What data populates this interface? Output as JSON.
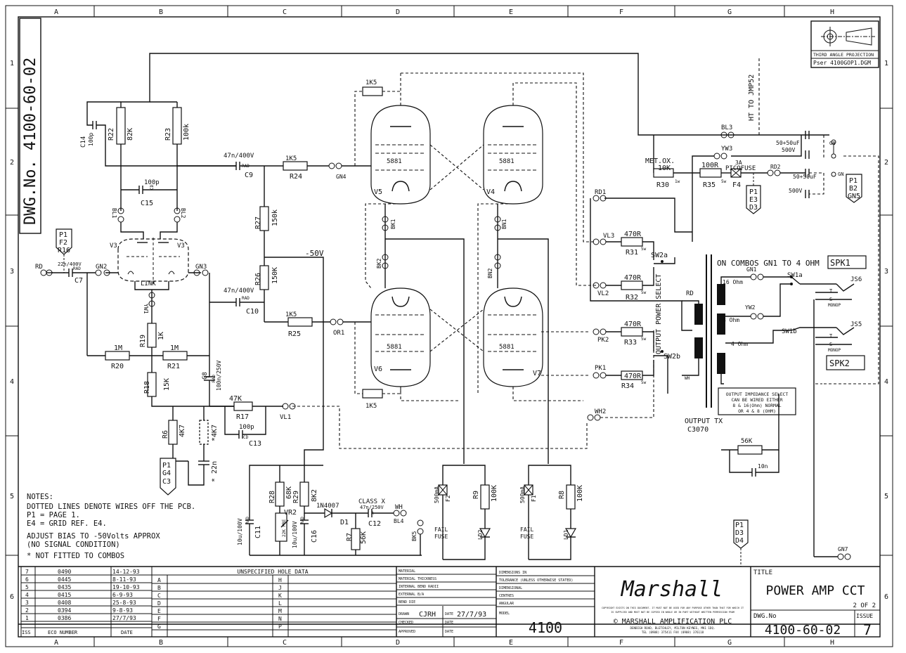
{
  "border": {
    "columns": [
      "A",
      "B",
      "C",
      "D",
      "E",
      "F",
      "G",
      "H"
    ],
    "rows": [
      "1",
      "2",
      "3",
      "4",
      "5",
      "6"
    ]
  },
  "dwg_side": "DWG.No. 4100-60-02",
  "projection": {
    "label": "THIRD ANGLE PROJECTION",
    "file": "Pser 4100GOP1.DGM"
  },
  "components": [
    {
      "id": "c14",
      "t": "C14",
      "a": -90
    },
    {
      "id": "c14v",
      "t": "100p",
      "a": -90
    },
    {
      "id": "r22",
      "t": "R22",
      "a": -90
    },
    {
      "id": "r22v",
      "t": "82K",
      "a": -90
    },
    {
      "id": "r23",
      "t": "R23",
      "a": -90
    },
    {
      "id": "r23v",
      "t": "100k",
      "a": -90
    },
    {
      "id": "c15v",
      "t": "100p",
      "a": 0
    },
    {
      "id": "c15c",
      "t": "CD",
      "a": -90
    },
    {
      "id": "c15",
      "t": "C15",
      "a": 0
    },
    {
      "id": "bl1",
      "t": "BL1",
      "a": 90
    },
    {
      "id": "bl2",
      "t": "BL2",
      "a": 90
    },
    {
      "id": "v3a",
      "t": "V3",
      "a": 0
    },
    {
      "id": "v3b",
      "t": "V3",
      "a": 0
    },
    {
      "id": "p1a",
      "t": "P1",
      "a": 0
    },
    {
      "id": "f2",
      "t": "F2",
      "a": 0
    },
    {
      "id": "r16",
      "t": "R16",
      "a": 0
    },
    {
      "id": "rd",
      "t": "RD",
      "a": 0
    },
    {
      "id": "c7v",
      "t": "22n/400V",
      "a": 0
    },
    {
      "id": "c7r",
      "t": "RAD",
      "a": 0
    },
    {
      "id": "c7",
      "t": "C7",
      "a": 0
    },
    {
      "id": "gn2",
      "t": "GN2",
      "a": 0
    },
    {
      "id": "gn3",
      "t": "GN3",
      "a": 0
    },
    {
      "id": "link",
      "t": "LINK",
      "a": 0
    },
    {
      "id": "yw1",
      "t": "YW1",
      "a": 90
    },
    {
      "id": "r19",
      "t": "R19",
      "a": -90
    },
    {
      "id": "r19v",
      "t": "1K",
      "a": -90
    },
    {
      "id": "r20v",
      "t": "1M",
      "a": 0
    },
    {
      "id": "r20",
      "t": "R20",
      "a": 0
    },
    {
      "id": "r21v",
      "t": "1M",
      "a": 0
    },
    {
      "id": "r21",
      "t": "R21",
      "a": 0
    },
    {
      "id": "c8",
      "t": "C8",
      "a": -90
    },
    {
      "id": "c8v",
      "t": "100n/250V",
      "a": -90
    },
    {
      "id": "c8r",
      "t": "RAD",
      "a": -90
    },
    {
      "id": "r18",
      "t": "R18",
      "a": -90
    },
    {
      "id": "r18v",
      "t": "15K",
      "a": -90
    },
    {
      "id": "r6",
      "t": "R6",
      "a": -90
    },
    {
      "id": "r6v",
      "t": "4K7",
      "a": -90
    },
    {
      "id": "r4v",
      "t": "*4K7",
      "a": -90
    },
    {
      "id": "c22v",
      "t": "* 22n",
      "a": -90
    },
    {
      "id": "p1b",
      "t": "P1",
      "a": 0
    },
    {
      "id": "g4",
      "t": "G4",
      "a": 0
    },
    {
      "id": "c3",
      "t": "C3",
      "a": 0
    },
    {
      "id": "c9v",
      "t": "47n/400V",
      "a": 0
    },
    {
      "id": "c9r",
      "t": "RAD",
      "a": 0
    },
    {
      "id": "c9",
      "t": "C9",
      "a": 0
    },
    {
      "id": "r24v",
      "t": "1K5",
      "a": 0
    },
    {
      "id": "r24",
      "t": "R24",
      "a": 0
    },
    {
      "id": "gn4",
      "t": "GN4",
      "a": 0
    },
    {
      "id": "r27",
      "t": "R27",
      "a": -90
    },
    {
      "id": "r27v",
      "t": "150k",
      "a": -90
    },
    {
      "id": "bias50",
      "t": "-50V",
      "a": 0
    },
    {
      "id": "r26",
      "t": "R26",
      "a": -90
    },
    {
      "id": "r26v",
      "t": "150K",
      "a": -90
    },
    {
      "id": "c10v",
      "t": "47n/400V",
      "a": 0
    },
    {
      "id": "c10r",
      "t": "RAD",
      "a": 0
    },
    {
      "id": "c10",
      "t": "C10",
      "a": 0
    },
    {
      "id": "r25v",
      "t": "1K5",
      "a": 0
    },
    {
      "id": "r25",
      "t": "R25",
      "a": 0
    },
    {
      "id": "or1",
      "t": "OR1",
      "a": 0
    },
    {
      "id": "r17v",
      "t": "47K",
      "a": 0
    },
    {
      "id": "r17",
      "t": "R17",
      "a": 0
    },
    {
      "id": "vl1",
      "t": "VL1",
      "a": 0
    },
    {
      "id": "c13v",
      "t": "100p",
      "a": 0
    },
    {
      "id": "c13c",
      "t": "CD",
      "a": 0
    },
    {
      "id": "c13",
      "t": "C13",
      "a": 0
    },
    {
      "id": "r1k5a",
      "t": "1K5",
      "a": 0
    },
    {
      "id": "r1k5b",
      "t": "1K5",
      "a": 0
    },
    {
      "id": "v5t",
      "t": "5881",
      "a": 0
    },
    {
      "id": "v5",
      "t": "V5",
      "a": 0
    },
    {
      "id": "v4t",
      "t": "5881",
      "a": 0
    },
    {
      "id": "v4",
      "t": "V4",
      "a": 0
    },
    {
      "id": "v6t",
      "t": "5881",
      "a": 0
    },
    {
      "id": "v6",
      "t": "V6",
      "a": 0
    },
    {
      "id": "v7t",
      "t": "5881",
      "a": 0
    },
    {
      "id": "v7",
      "t": "V7",
      "a": 0
    },
    {
      "id": "bk1",
      "t": "BK1",
      "a": -90
    },
    {
      "id": "bn1",
      "t": "BN1",
      "a": -90
    },
    {
      "id": "bk2",
      "t": "BK2",
      "a": -90
    },
    {
      "id": "bn2",
      "t": "BN2",
      "a": -90
    },
    {
      "id": "r28",
      "t": "R28",
      "a": -90
    },
    {
      "id": "r28v",
      "t": "68K",
      "a": -90
    },
    {
      "id": "r29",
      "t": "R29",
      "a": -90
    },
    {
      "id": "r29v",
      "t": "8K2",
      "a": -90
    },
    {
      "id": "c11v",
      "t": "10u/100V",
      "a": -90
    },
    {
      "id": "c11r",
      "t": "RAD",
      "a": -90
    },
    {
      "id": "c11",
      "t": "C11",
      "a": -90
    },
    {
      "id": "vr2",
      "t": "VR2",
      "a": 0
    },
    {
      "id": "vr2v",
      "t": "22K PRE",
      "a": -90
    },
    {
      "id": "c16v",
      "t": "10u/100V",
      "a": -90
    },
    {
      "id": "c16r",
      "t": "RAD",
      "a": -90
    },
    {
      "id": "c16",
      "t": "C16",
      "a": -90
    },
    {
      "id": "d1v",
      "t": "1N4007",
      "a": 0
    },
    {
      "id": "d1",
      "t": "D1",
      "a": 0
    },
    {
      "id": "cxv",
      "t": "CLASS X",
      "a": 0
    },
    {
      "id": "c12v",
      "t": "47n/250V",
      "a": 0
    },
    {
      "id": "c12r",
      "t": "R",
      "a": 0
    },
    {
      "id": "c12",
      "t": "C12",
      "a": 0
    },
    {
      "id": "wh",
      "t": "WH",
      "a": 0
    },
    {
      "id": "bl4",
      "t": "BL4",
      "a": 0
    },
    {
      "id": "bk5",
      "t": "BK5",
      "a": -90
    },
    {
      "id": "r7",
      "t": "R7",
      "a": -90
    },
    {
      "id": "r7v",
      "t": "56K",
      "a": -90
    },
    {
      "id": "f2fv",
      "t": "500mA",
      "a": -90
    },
    {
      "id": "f2f",
      "t": "F2",
      "a": -90
    },
    {
      "id": "r9",
      "t": "R9",
      "a": -90
    },
    {
      "id": "r9v",
      "t": "100K",
      "a": -90
    },
    {
      "id": "ld2",
      "t": "LD2",
      "a": -90
    },
    {
      "id": "fail1",
      "t": "FAIL",
      "a": 0
    },
    {
      "id": "fuse1",
      "t": "FUSE",
      "a": 0
    },
    {
      "id": "f1fv",
      "t": "500mA",
      "a": -90
    },
    {
      "id": "f1f",
      "t": "F1",
      "a": -90
    },
    {
      "id": "r8",
      "t": "R8",
      "a": -90
    },
    {
      "id": "r8v",
      "t": "100K",
      "a": -90
    },
    {
      "id": "ld1",
      "t": "LD1",
      "a": -90
    },
    {
      "id": "fail2",
      "t": "FAIL",
      "a": 0
    },
    {
      "id": "fuse2",
      "t": "FUSE",
      "a": 0
    },
    {
      "id": "ht",
      "t": "HT TO JMP52",
      "a": -90
    },
    {
      "id": "bl3",
      "t": "BL3",
      "a": 0
    },
    {
      "id": "yw3",
      "t": "YW3",
      "a": 0
    },
    {
      "id": "cap1",
      "t": "50+50uF",
      "a": 0
    },
    {
      "id": "cap1b",
      "t": "500V",
      "a": 0
    },
    {
      "id": "gn",
      "t": "GN",
      "a": 0
    },
    {
      "id": "cap2",
      "t": "50+50uF",
      "a": 0
    },
    {
      "id": "cap2b",
      "t": "500V",
      "a": 0
    },
    {
      "id": "gn5b",
      "t": "GN",
      "a": 0
    },
    {
      "id": "metox",
      "t": "MET.OX.",
      "a": 0
    },
    {
      "id": "r30v",
      "t": "10K",
      "a": 0
    },
    {
      "id": "r30",
      "t": "R30",
      "a": 0
    },
    {
      "id": "r30w",
      "t": "1w",
      "a": 0
    },
    {
      "id": "r35v",
      "t": "100R",
      "a": 0
    },
    {
      "id": "r35",
      "t": "R35",
      "a": 0
    },
    {
      "id": "r35w",
      "t": "5w",
      "a": 0
    },
    {
      "id": "f4v",
      "t": "3A",
      "a": 0
    },
    {
      "id": "f4p",
      "t": "PICOFUSE",
      "a": 0
    },
    {
      "id": "f4",
      "t": "F4",
      "a": 0
    },
    {
      "id": "rd2",
      "t": "RD2",
      "a": 0
    },
    {
      "id": "p1c",
      "t": "P1",
      "a": 0
    },
    {
      "id": "e3",
      "t": "E3",
      "a": 0
    },
    {
      "id": "d3",
      "t": "D3",
      "a": 0
    },
    {
      "id": "p1d",
      "t": "P1",
      "a": 0
    },
    {
      "id": "b2",
      "t": "B2",
      "a": 0
    },
    {
      "id": "gn5",
      "t": "GN5",
      "a": 0
    },
    {
      "id": "rd1",
      "t": "RD1",
      "a": 0
    },
    {
      "id": "vl3",
      "t": "VL3",
      "a": 0
    },
    {
      "id": "r31v",
      "t": "470R",
      "a": 0
    },
    {
      "id": "r31",
      "t": "R31",
      "a": 0
    },
    {
      "id": "r31w",
      "t": "5w",
      "a": 0
    },
    {
      "id": "sw2a",
      "t": "SW2a",
      "a": 0
    },
    {
      "id": "vl2",
      "t": "VL2",
      "a": 0
    },
    {
      "id": "r32v",
      "t": "470R",
      "a": 0
    },
    {
      "id": "r32",
      "t": "R32",
      "a": 0
    },
    {
      "id": "r32w",
      "t": "5w",
      "a": 0
    },
    {
      "id": "pk2",
      "t": "PK2",
      "a": 0
    },
    {
      "id": "r33v",
      "t": "470R",
      "a": 0
    },
    {
      "id": "r33",
      "t": "R33",
      "a": 0
    },
    {
      "id": "r33w",
      "t": "5w",
      "a": 0
    },
    {
      "id": "pk1",
      "t": "PK1",
      "a": 0
    },
    {
      "id": "r34v",
      "t": "470R",
      "a": 0
    },
    {
      "id": "r34",
      "t": "R34",
      "a": 0
    },
    {
      "id": "r34w",
      "t": "5w",
      "a": 0
    },
    {
      "id": "sw2b",
      "t": "SW2b",
      "a": 0
    },
    {
      "id": "ops",
      "t": "OUTPUT POWER SELECT",
      "a": -90
    },
    {
      "id": "wh2",
      "t": "WH2",
      "a": 0
    },
    {
      "id": "rdt",
      "t": "RD",
      "a": 0
    },
    {
      "id": "wht",
      "t": "WH",
      "a": 0
    },
    {
      "id": "combo",
      "t": "ON COMBOS GN1 TO 4 OHM",
      "a": 0
    },
    {
      "id": "spk1",
      "t": "SPK1",
      "a": 0
    },
    {
      "id": "spk2",
      "t": "SPK2",
      "a": 0
    },
    {
      "id": "gn1",
      "t": "GN1",
      "a": 0
    },
    {
      "id": "yw2",
      "t": "YW2",
      "a": 0
    },
    {
      "id": "o16",
      "t": "16 Ohm",
      "a": 0
    },
    {
      "id": "o8",
      "t": "8 Ohm",
      "a": 0
    },
    {
      "id": "o4",
      "t": "4 Ohm",
      "a": 0
    },
    {
      "id": "sw1a",
      "t": "SW1a",
      "a": 0
    },
    {
      "id": "sw1b",
      "t": "SW1b",
      "a": 0
    },
    {
      "id": "js6",
      "t": "JS6",
      "a": 0
    },
    {
      "id": "js5",
      "t": "JS5",
      "a": 0
    },
    {
      "id": "mono1",
      "t": "MONOP",
      "a": 0
    },
    {
      "id": "mono2",
      "t": "MONOP",
      "a": 0
    },
    {
      "id": "t1",
      "t": "T",
      "a": 0
    },
    {
      "id": "s1",
      "t": "S",
      "a": 0
    },
    {
      "id": "t2",
      "t": "T",
      "a": 0
    },
    {
      "id": "s2",
      "t": "S",
      "a": 0
    },
    {
      "id": "otx",
      "t": "OUTPUT TX",
      "a": 0
    },
    {
      "id": "c3070",
      "t": "C3070",
      "a": 0
    },
    {
      "id": "r56v",
      "t": "56K",
      "a": 0
    },
    {
      "id": "c10n",
      "t": "10n",
      "a": 0
    },
    {
      "id": "p1e",
      "t": "P1",
      "a": 0
    },
    {
      "id": "d3b",
      "t": "D3",
      "a": 0
    },
    {
      "id": "d4",
      "t": "D4",
      "a": 0
    },
    {
      "id": "gn7",
      "t": "GN7",
      "a": 0
    }
  ],
  "impedance_note": [
    "OUTPUT IMPEDANCE SELECT",
    "CAN BE WIRED EITHER",
    "8 & 16(Ohm) NORMAL",
    "OR 4 & 8 (OHM)"
  ],
  "notes": [
    "NOTES:",
    "DOTTED LINES DENOTE WIRES OFF THE PCB.",
    "P1 = PAGE 1.",
    "E4 = GRID REF. E4.",
    "ADJUST BIAS TO -50Volts APPROX",
    "(NO SIGNAL CONDITION)",
    "* NOT FITTED TO COMBOS"
  ],
  "revisions": [
    {
      "iss": "7",
      "ecn": "0490",
      "date": "14-12-93"
    },
    {
      "iss": "6",
      "ecn": "0445",
      "date": "8-11-93"
    },
    {
      "iss": "5",
      "ecn": "0435",
      "date": "19-10-93"
    },
    {
      "iss": "4",
      "ecn": "0415",
      "date": "6-9-93"
    },
    {
      "iss": "3",
      "ecn": "0408",
      "date": "25-8-93"
    },
    {
      "iss": "2",
      "ecn": "0394",
      "date": "9-8-93"
    },
    {
      "iss": "1",
      "ecn": "0386",
      "date": "27/7/93"
    }
  ],
  "rev_header": {
    "iss": "ISS",
    "ecn": "ECO NUMBER",
    "date": "DATE"
  },
  "hole_data": {
    "title": "UNSPECIFIED HOLE DATA",
    "left": [
      "A",
      "B",
      "C",
      "D",
      "E",
      "F",
      "G"
    ],
    "right": [
      "H",
      "J",
      "K",
      "L",
      "M",
      "N",
      "P"
    ]
  },
  "material_rows": [
    "MATERIAL",
    "MATERIAL THICKNESS",
    "INTERNAL BEND RADII",
    "EXTERNAL B/A",
    "BEND DIE"
  ],
  "drawn": {
    "label": "DRAWN",
    "name": "CJRH",
    "date_label": "DATE",
    "date": "27/7/93",
    "checked": "CHECKED",
    "approved": "APPROVED"
  },
  "dimensions": [
    "DIMENSIONS IN",
    "TOLERANCE (UNLESS OTHERWISE STATED)",
    "DIMENSIONAL",
    "CENTRES",
    "ANGULAR"
  ],
  "model": {
    "label": "MODEL",
    "value": "4100"
  },
  "company": {
    "logo": "Marshall",
    "copyright": "COPYRIGHT EXISTS ON THIS DOCUMENT. IT MUST NOT BE USED FOR ANY PURPOSE OTHER THAN THAT FOR WHICH IT IS SUPPLIED AND MUST NOT BE COPIED IN WHOLE OR IN PART WITHOUT WRITTEN PERMISSION FROM",
    "name": "© MARSHALL AMPLIFICATION PLC",
    "address": "DENBIGH ROAD, BLETCHLEY, MILTON KEYNES, MK1 1DQ.",
    "tel": "TEL (0908) 375411 FAX (0908) 376118"
  },
  "title_block": {
    "title_label": "TITLE",
    "title": "POWER AMP CCT",
    "sheet": "2 OF 2",
    "dwg_label": "DWG.No",
    "dwg_no": "4100-60-02",
    "issue_label": "ISSUE",
    "issue": "7"
  }
}
